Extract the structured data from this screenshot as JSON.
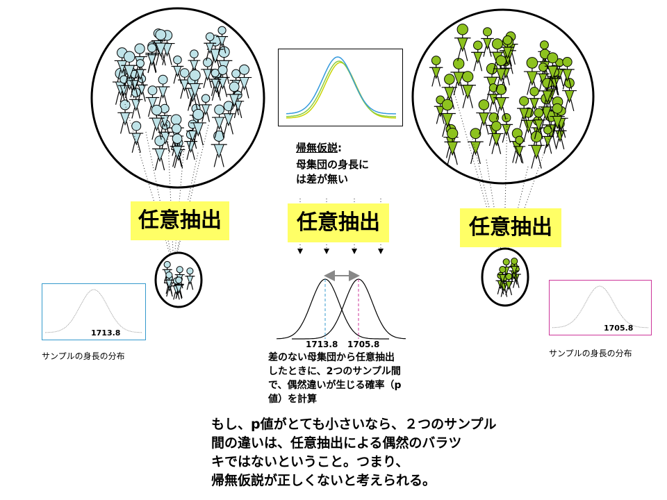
{
  "random_sampling_label": "任意抽出",
  "null_hypothesis": {
    "title": "帰無仮説",
    "colon": ":",
    "body": "母集団の身長に\nは差が無い"
  },
  "left_sample": {
    "value": "1713.8",
    "caption": "サンプルの身長の分布",
    "color": "#3399cc"
  },
  "right_sample": {
    "value": "1705.8",
    "caption": "サンプルの身長の分布",
    "color": "#cc3399"
  },
  "center_plot": {
    "left_value": "1713.8",
    "right_value": "1705.8"
  },
  "explanation": "差のない母集団から任意抽出\nしたときに、2つのサンプル間\nで、偶然違いが生じる確率（p\n値）を計算",
  "conclusion": "もし、p値がとても小さいなら、２つのサンプル\n間の違いは、任意抽出による偶然のバラツ\nキではないということ。つまり、\n帰無仮説が正しくないと考えられる。",
  "colors": {
    "population_a": "#bfe3e8",
    "population_b": "#8dc21f",
    "label_bg": "#ffff66"
  }
}
